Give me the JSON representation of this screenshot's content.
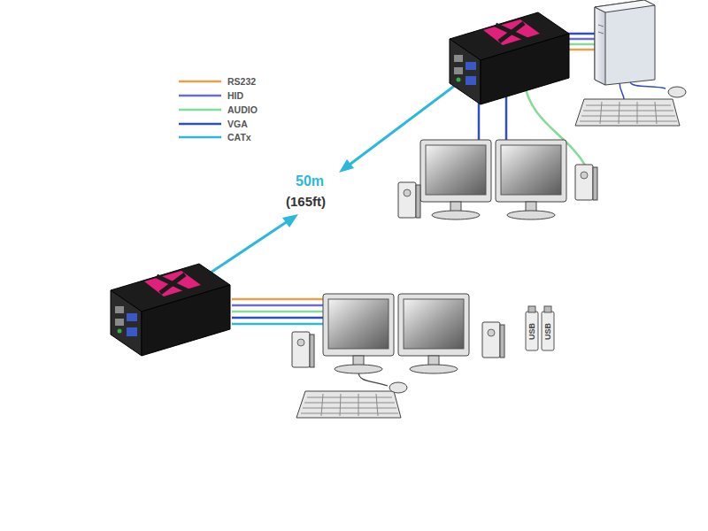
{
  "diagram": {
    "labels": [
      "50m",
      "(165ft)",
      "USB",
      "USB"
    ],
    "legend": [
      {
        "text": "RS232"
      },
      {
        "text": "HID"
      },
      {
        "text": "AUDIO"
      },
      {
        "text": "VGA"
      },
      {
        "text": "CATx"
      }
    ]
  }
}
